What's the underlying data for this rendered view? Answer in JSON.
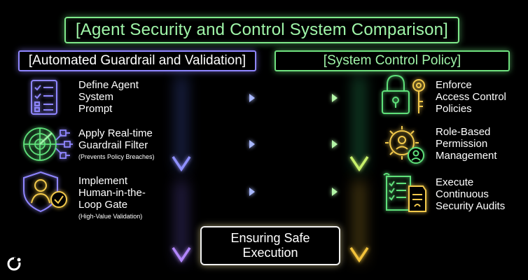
{
  "title": "[Agent Security and Control System Comparison]",
  "left_header": "[Automated Guardrail and Validation]",
  "right_header": "[System Control Policy]",
  "left_steps": [
    {
      "lines": [
        "Define Agent",
        "System",
        "Prompt"
      ],
      "sub": "",
      "icon": "checklist-document-icon"
    },
    {
      "lines": [
        "Apply Real-time",
        "Guardrail Filter"
      ],
      "sub": "(Prevents Policy Breaches)",
      "icon": "radar-network-icon"
    },
    {
      "lines": [
        "Implement",
        "Human-in-the-",
        "Loop Gate"
      ],
      "sub": "(High-Value Validation)",
      "icon": "shield-user-check-icon"
    }
  ],
  "right_steps": [
    {
      "lines": [
        "Enforce",
        "Access Control",
        "Policies"
      ],
      "icon": "padlock-key-icon"
    },
    {
      "lines": [
        "Role-Based",
        "Permission",
        "Management"
      ],
      "icon": "gear-user-icon"
    },
    {
      "lines": [
        "Execute",
        "Continuous",
        "Security Audits"
      ],
      "icon": "checklist-scroll-icon"
    }
  ],
  "bottom_box": [
    "Ensuring Safe",
    "Execution"
  ],
  "colors": {
    "green": "#7fe88a",
    "purple": "#8f86ff",
    "yellow": "#f2c94c",
    "blue": "#6f8cff"
  }
}
